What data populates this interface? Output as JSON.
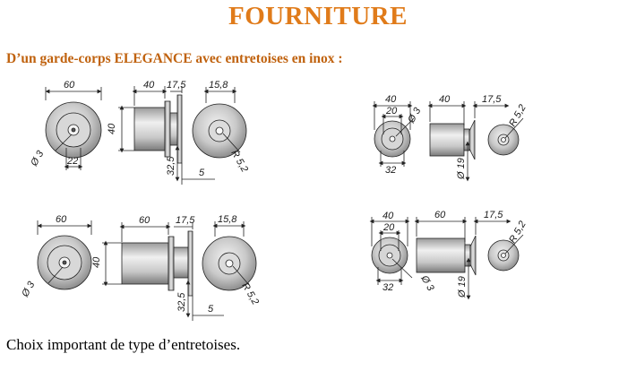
{
  "page": {
    "title": "FOURNITURE",
    "subtitle": "D’un garde-corps ELEGANCE avec entretoises en inox :",
    "footer": "Choix important de type d’entretoises."
  },
  "colors": {
    "accent": "#e07b1a",
    "text": "#000000"
  },
  "drawings": {
    "top_left": {
      "disc_width": "60",
      "hole": "Ø 3",
      "inner": "22",
      "body_length": "40",
      "flange": "17,5",
      "body_height": "40",
      "plate_dia": "15,8",
      "radius": "R 5,2",
      "stem": "32,5",
      "gap": "5"
    },
    "top_right": {
      "disc_width": "40",
      "inner_width": "20",
      "hole": "Ø 3",
      "inner": "32",
      "body_length": "40",
      "flange": "17,5",
      "radius": "R 5,2",
      "dia": "Ø 19"
    },
    "bottom_left": {
      "disc_width": "60",
      "hole": "Ø 3",
      "body_length": "60",
      "flange": "17,5",
      "body_height": "40",
      "plate_dia": "15,8",
      "radius": "R 5,2",
      "stem": "32,5",
      "gap": "5"
    },
    "bottom_right": {
      "disc_width": "40",
      "inner_width": "20",
      "hole": "Ø 3",
      "inner": "32",
      "body_length": "60",
      "flange": "17,5",
      "radius": "R 5,2",
      "dia": "Ø 19"
    }
  }
}
